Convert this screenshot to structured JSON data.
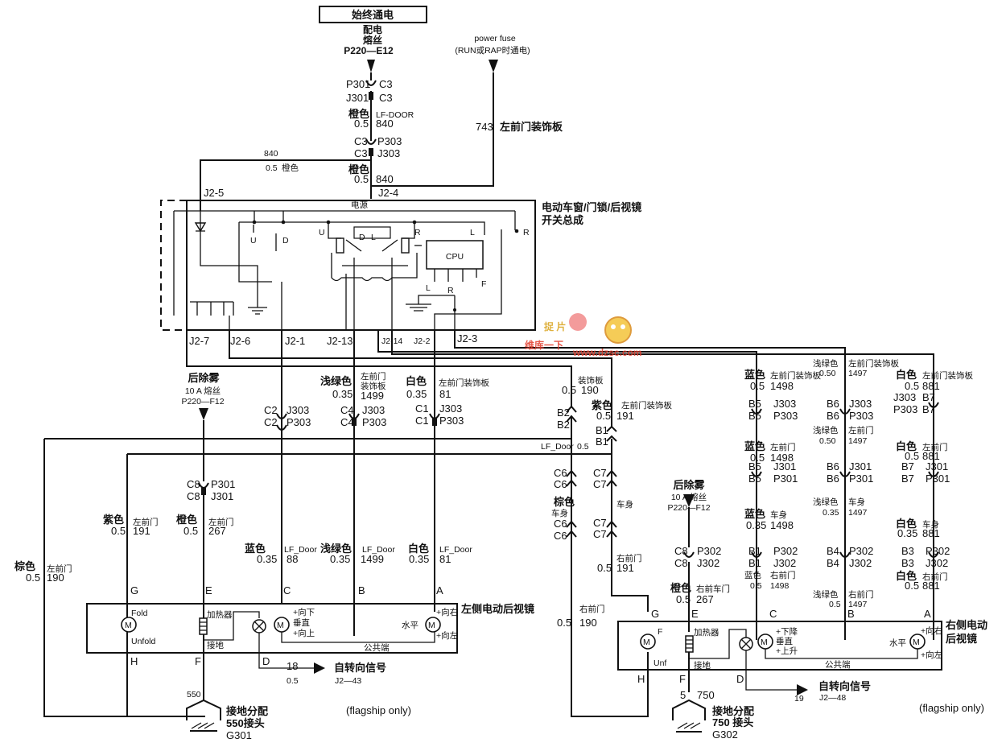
{
  "top": {
    "always_on": "始终通电",
    "dist_fuse_1": "配电",
    "dist_fuse_2": "熔丝",
    "dist_fuse_3": "P220—E12",
    "power_fuse_1": "power fuse",
    "power_fuse_2": "(RUN或RAP时通电)",
    "p301": "P301",
    "c3a": "C3",
    "j301": "J301",
    "c3b": "C3",
    "orange": "橙色",
    "lfdoor": "LF-DOOR",
    "g05": "0.5",
    "n840": "840",
    "c3c": "C3",
    "p303": "P303",
    "c3d": "C3",
    "j303": "J303",
    "w743": "743",
    "lf_trim": "左前门装饰板",
    "n840b": "840",
    "g05b": "0.5",
    "orange_b": "橙色",
    "orange_c": "橙色",
    "g05c": "0.5",
    "n840c": "840",
    "j2_4": "J2-4",
    "j2_5": "J2-5"
  },
  "switch": {
    "title_1": "电动车窗/门锁/后视镜",
    "title_2": "开关总成",
    "power": "电源",
    "u1": "U",
    "d1": "D",
    "u2": "U",
    "d2": "D",
    "l2": "L",
    "r2": "R",
    "l3": "L",
    "r3": "R",
    "cpu": "CPU",
    "cl": "L",
    "cr": "R",
    "cf": "F",
    "pins": [
      "J2-7",
      "J2-6",
      "J2-1",
      "J2-13",
      "J2-14",
      "J2-2",
      "J2-3"
    ]
  },
  "mid": {
    "defog": "后除雾",
    "fuse10": "10 A 熔丝",
    "fuse_id": "P220—F12",
    "c2_color": "C2",
    "c2_j": "J303",
    "c2b": "C2",
    "c2_p": "P303",
    "lgreen": "浅绿色",
    "lg_loc1": "左前门",
    "lg_loc2": "装饰板",
    "lg_g": "0.35",
    "lg_n": "1499",
    "c4a": "C4",
    "c4_j": "J303",
    "c4b": "C4",
    "c4_p": "P303",
    "white": "白色",
    "wh_loc": "左前门装饰板",
    "wh_g": "0.35",
    "wh_n": "81",
    "c1a": "C1",
    "c1_j": "J303",
    "c1b": "C1",
    "c1_p": "P303",
    "trim": "装饰板",
    "tr_g": "0.5",
    "tr_n": "190",
    "purple": "紫色",
    "pu_loc": "左前门装饰板",
    "pu_g": "0.5",
    "pu_n": "191",
    "b2a": "B2",
    "b2b": "B2",
    "b1a": "B1",
    "b1b": "B1",
    "lf_door": "LF_Door",
    "lf_g": "0.5",
    "c6a": "C6",
    "c6b": "C6",
    "c7a": "C7",
    "c7b": "C7",
    "brown": "棕色",
    "body": "车身",
    "c6c": "C6",
    "c6d": "C6",
    "body2": "车身",
    "c7c": "C7",
    "c7d": "C7",
    "rfd": "右前门",
    "rfd_g": "0.5",
    "rfd_n": "191",
    "rfd2": "右前门",
    "rfd2_g": "0.5",
    "rfd2_n": "190",
    "c8a": "C8",
    "c8_p": "P301",
    "c8b": "C8",
    "c8_j": "J301"
  },
  "left_mirror": {
    "title": "左侧电动后视镜",
    "purple": "紫色",
    "pu_loc": "左前门",
    "pu_g": "0.5",
    "pu_n": "191",
    "orange": "橙色",
    "or_loc": "左前门",
    "or_g": "0.5",
    "or_n": "267",
    "blue": "蓝色",
    "bl_loc": "LF_Door",
    "bl_g": "0.35",
    "bl_n": "88",
    "lgreen": "浅绿色",
    "lg_loc": "LF_Door",
    "lg_g": "0.35",
    "lg_n": "1499",
    "white": "白色",
    "wh_loc": "LF_Door",
    "wh_g": "0.35",
    "wh_n": "81",
    "brown": "棕色",
    "br_loc": "左前门",
    "br_g": "0.5",
    "br_n": "190",
    "pin_g": "G",
    "pin_e": "E",
    "pin_c": "C",
    "pin_b": "B",
    "pin_a": "A",
    "fold": "Fold",
    "unfold": "Unfold",
    "heater": "加热器",
    "gnd": "接地",
    "down": "+向下",
    "vert": "垂直",
    "up": "+向上",
    "horiz": "水平",
    "right": "+向右",
    "left": "+向左",
    "common": "公共端",
    "pin_h": "H",
    "pin_f": "F",
    "pin_d": "D",
    "sig_n": "18",
    "sig_g": "0.5",
    "sig": "自转向信号",
    "sig_pin": "J2—43",
    "g550": "550",
    "gnd_dist": "接地分配",
    "gnd_550": "550接头",
    "g301": "G301",
    "flagship": "(flagship only)"
  },
  "right_side": {
    "defog": "后除雾",
    "fuse10": "10 A 熔丝",
    "fuse_id": "P220—F12",
    "col1": {
      "c": "蓝色",
      "loc": "左前门装饰板",
      "g": "0.5",
      "n": "1498"
    },
    "col2": {
      "c": "浅绿色",
      "loc": "左前门装饰板",
      "g": "0.50",
      "n": "1497"
    },
    "col3": {
      "c": "白色",
      "loc": "左前门装饰板",
      "g": "0.5",
      "n": "881"
    },
    "b5a": "B5",
    "b5_j": "J303",
    "b5b": "B5",
    "b5_p": "P303",
    "b6a": "B6",
    "b6_j": "J303",
    "b6b": "B6",
    "b6_p": "P303",
    "j303": "J303",
    "b7a": "B7",
    "p303": "P303",
    "b7b": "B7",
    "r2c1": {
      "c": "蓝色",
      "loc": "左前门",
      "g": "0.5",
      "n": "1498"
    },
    "r2c2": {
      "c": "浅绿色",
      "loc": "左前门",
      "g": "0.50",
      "n": "1497"
    },
    "r2c3": {
      "c": "白色",
      "loc": "左前门",
      "g": "0.5",
      "n": "881"
    },
    "b5c": "B5",
    "b5_j301": "J301",
    "b5d": "B5",
    "b5_p301": "P301",
    "b6c": "B6",
    "b6_j301": "J301",
    "b6d": "B6",
    "b6_p301": "P301",
    "b7c": "B7",
    "b7_j301": "J301",
    "b7d": "B7",
    "b7_p301": "P301",
    "r3c1": {
      "c": "蓝色",
      "loc": "车身",
      "g": "0.35",
      "n": "1498"
    },
    "r3c2": {
      "c": "浅绿色",
      "loc": "车身",
      "g": "0.35",
      "n": "1497"
    },
    "r3c3": {
      "c": "白色",
      "loc": "车身",
      "g": "0.35",
      "n": "881"
    },
    "c8a": "C8",
    "c8_p": "P302",
    "c8b": "C8",
    "c8_j": "J302",
    "b1a": "B1",
    "b1_p": "P302",
    "b1b": "B1",
    "b1_j": "J302",
    "b4a": "B4",
    "b4_p": "P302",
    "b4b": "B4",
    "b4_j": "J302",
    "b3a": "B3",
    "b3_p": "P302",
    "b3b": "B3",
    "b3_j": "J302",
    "orange": "橙色",
    "or_loc": "右前车门",
    "or_g": "0.5",
    "or_n": "267",
    "r4c1": {
      "c": "蓝色",
      "loc": "右前门",
      "g": "0.5",
      "n": "1498"
    },
    "r4c2": {
      "c": "浅绿色",
      "loc": "右前门",
      "g": "0.5",
      "n": "1497"
    },
    "r4c3": {
      "c": "白色",
      "loc": "右前门",
      "g": "0.5",
      "n": "881"
    }
  },
  "right_mirror": {
    "title_1": "右侧电动",
    "title_2": "后视镜",
    "pin_g": "G",
    "pin_e": "E",
    "pin_c": "C",
    "pin_b": "B",
    "pin_a": "A",
    "f": "F",
    "unf": "Unf",
    "heater": "加热器",
    "gnd": "接地",
    "down": "+下降",
    "vert": "垂直",
    "up": "+上升",
    "horiz": "水平",
    "right": "+向右",
    "left": "+向左",
    "common": "公共端",
    "pin_h": "H",
    "pin_f": "F",
    "pin_d": "D",
    "sig": "自转向信号",
    "sig_n": "19",
    "sig_pin": "J2—48",
    "g5": "5",
    "g750": "750",
    "gnd_dist": "接地分配",
    "gnd_750": "750 接头",
    "g302": "G302",
    "flagship": "(flagship only)"
  },
  "watermark": {
    "line1": "捉 片",
    "line2": "维库一下",
    "url": "www.dzsc.com"
  }
}
